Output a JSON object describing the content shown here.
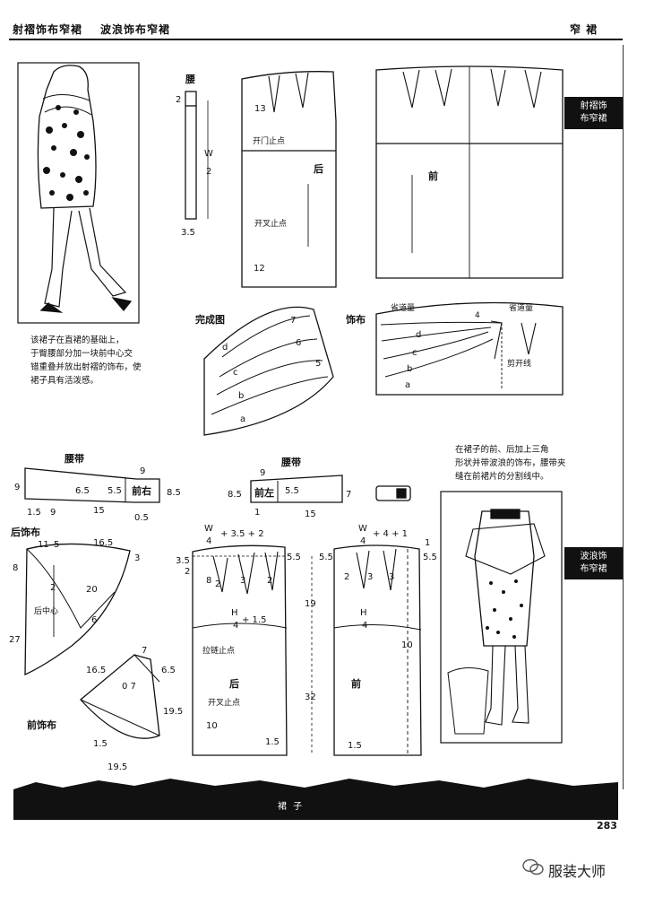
{
  "header": {
    "left_title_1": "射褶饰布窄裙",
    "left_title_2": "波浪饰布窄裙",
    "right_title": "窄 裙"
  },
  "side_tabs": [
    {
      "line1": "射褶饰",
      "line2": "布窄裙"
    },
    {
      "line1": "波浪饰",
      "line2": "布窄裙"
    }
  ],
  "captions": {
    "top_left": [
      "该裙子在直裙的基础上，",
      "于臀腰部分加一块前中心交",
      "错重叠并放出射褶的饰布，使",
      "裙子具有活泼感。"
    ],
    "right": [
      "在裙子的前、后加上三角",
      "形状并带波浪的饰布，腰带夹",
      "缝在前裙片的分割线中。"
    ]
  },
  "top_pattern": {
    "waistband_label": "腰",
    "back_label": "后",
    "front_label": "前",
    "zipper_stop": "开门止点",
    "slit_stop": "开叉止点",
    "v13": "13",
    "v12": "12",
    "v2": "2",
    "v35": "3.5",
    "w": "W",
    "two": "2",
    "finished_label": "完成图",
    "drape_label": "饰布",
    "dart_amount": "省道量",
    "four": "4",
    "cut_line": "剪开线",
    "d": "d",
    "c": "c",
    "b": "b",
    "a": "a",
    "n7": "7",
    "n6": "6",
    "n5": "5"
  },
  "bottom_pattern": {
    "waistband_left_label": "腰带",
    "waistband_right_label": "腰带",
    "front_right": "前右",
    "front_left": "前左",
    "back_drape": "后饰布",
    "front_drape": "前饰布",
    "back_center": "后中心",
    "back": "后",
    "front": "前",
    "zipper_stop": "拉链止点",
    "slit_stop": "开叉止点",
    "back_waist_formula": "+ 3.5 + 2",
    "front_waist_formula": "+ 4 + 1",
    "hip_formula": "+ 1.5",
    "hip_front_formula": "",
    "W": "W",
    "H": "H",
    "four": "4",
    "n9": "9",
    "n65": "6.5",
    "n55": "5.5",
    "n85": "8.5",
    "n15": "15",
    "n05": "0.5",
    "n1_5": "1.5",
    "n7": "7",
    "n11": "11",
    "n5": "5",
    "n165": "16.5",
    "n3": "3",
    "n8": "8",
    "n2": "2",
    "n20": "20",
    "n6": "6",
    "n27": "27",
    "n07": "0 7",
    "n195": "19.5",
    "n10": "10",
    "n19": "19",
    "n32": "32",
    "n1": "1",
    "n35": "3.5"
  },
  "footer": {
    "band_text": "裙   子",
    "page_number": "283",
    "watermark": "服装大师"
  }
}
